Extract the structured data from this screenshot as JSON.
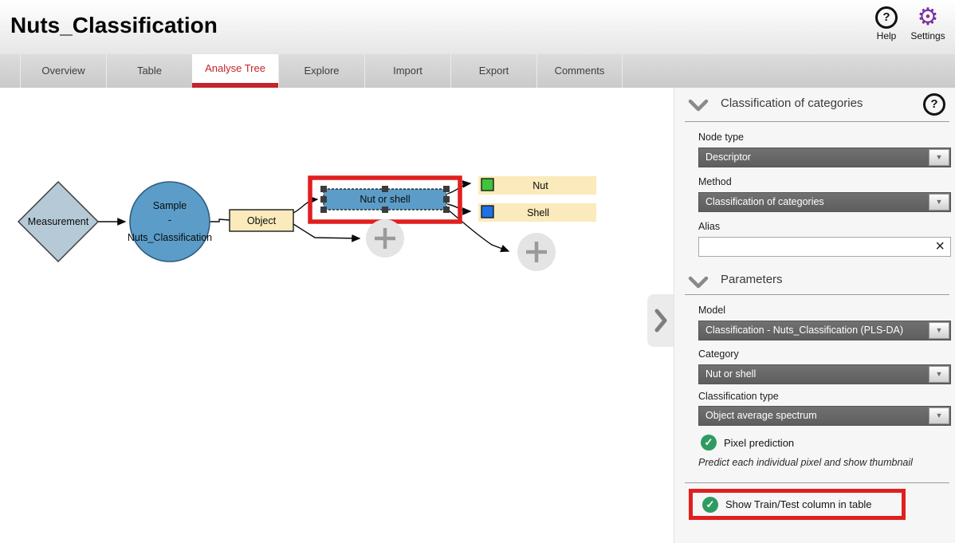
{
  "header": {
    "title": "Nuts_Classification",
    "help_label": "Help",
    "settings_label": "Settings"
  },
  "tabs": [
    {
      "label": "Overview",
      "active": false
    },
    {
      "label": "Table",
      "active": false
    },
    {
      "label": "Analyse Tree",
      "active": true
    },
    {
      "label": "Explore",
      "active": false
    },
    {
      "label": "Import",
      "active": false
    },
    {
      "label": "Export",
      "active": false
    },
    {
      "label": "Comments",
      "active": false
    }
  ],
  "diagram": {
    "measurement": {
      "label": "Measurement"
    },
    "sample": {
      "lines": [
        "Sample",
        "-",
        "Nuts_Classification"
      ]
    },
    "object": {
      "label": "Object"
    },
    "descriptor": {
      "label": "Nut or shell",
      "selected": true,
      "highlighted": true
    },
    "categories": [
      {
        "label": "Nut",
        "swatch_color": "#3fc43c"
      },
      {
        "label": "Shell",
        "swatch_color": "#1e71e6"
      }
    ]
  },
  "panel": {
    "section_classification": {
      "title": "Classification of categories"
    },
    "node_type": {
      "label": "Node type",
      "value": "Descriptor"
    },
    "method": {
      "label": "Method",
      "value": "Classification of categories"
    },
    "alias": {
      "label": "Alias",
      "value": "",
      "placeholder": ""
    },
    "section_parameters": {
      "title": "Parameters"
    },
    "model": {
      "label": "Model",
      "value": "Classification - Nuts_Classification (PLS-DA)"
    },
    "category": {
      "label": "Category",
      "value": "Nut or shell"
    },
    "classification_type": {
      "label": "Classification type",
      "value": "Object average spectrum"
    },
    "pixel_prediction": {
      "label": "Pixel prediction",
      "checked": true,
      "description": "Predict each individual pixel and show thumbnail"
    },
    "show_train_test": {
      "label": "Show Train/Test column in table",
      "checked": true,
      "highlighted": true
    }
  },
  "glyphs": {
    "dropdown": "▼",
    "clear": "×",
    "check": "✓",
    "help": "?",
    "gear": "⚙"
  },
  "colors": {
    "accent_red": "#c2252b",
    "annotation_red": "#e01f1f",
    "node_blue": "#5b9dc8",
    "diamond_fill": "#b5c9d6",
    "box_cream": "#fbeabb",
    "swatch_green": "#3fc43c",
    "swatch_blue": "#1e71e6",
    "check_green": "#2e9c62",
    "gear_purple": "#7d2f9e"
  }
}
